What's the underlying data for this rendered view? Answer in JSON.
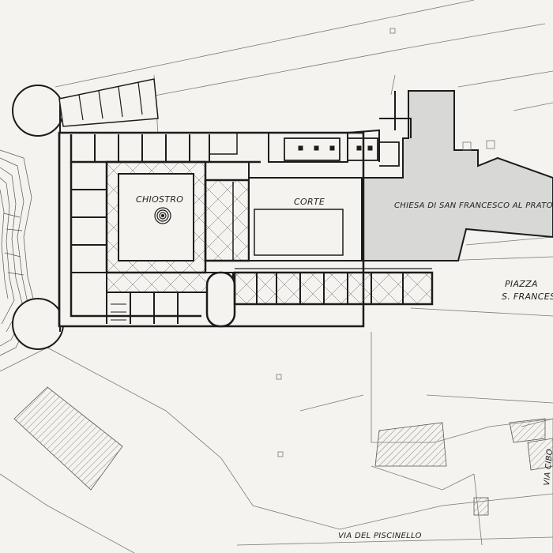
{
  "map": {
    "labels": {
      "cloister": "CHIOSTRO",
      "court": "CORTE",
      "church": "CHIESA DI SAN FRANCESCO AL PRATO",
      "piazza_line1": "PIAZZA",
      "piazza_line2": "S. FRANCESCO",
      "street_bottom": "VIA DEL PISCINELLO",
      "street_right": "VIA CIBO"
    },
    "colors": {
      "paper": "#f4f3ef",
      "church_fill": "#d8d8d6",
      "walls": "#1c1c1c",
      "context_lines": "#7a7a7a"
    }
  }
}
